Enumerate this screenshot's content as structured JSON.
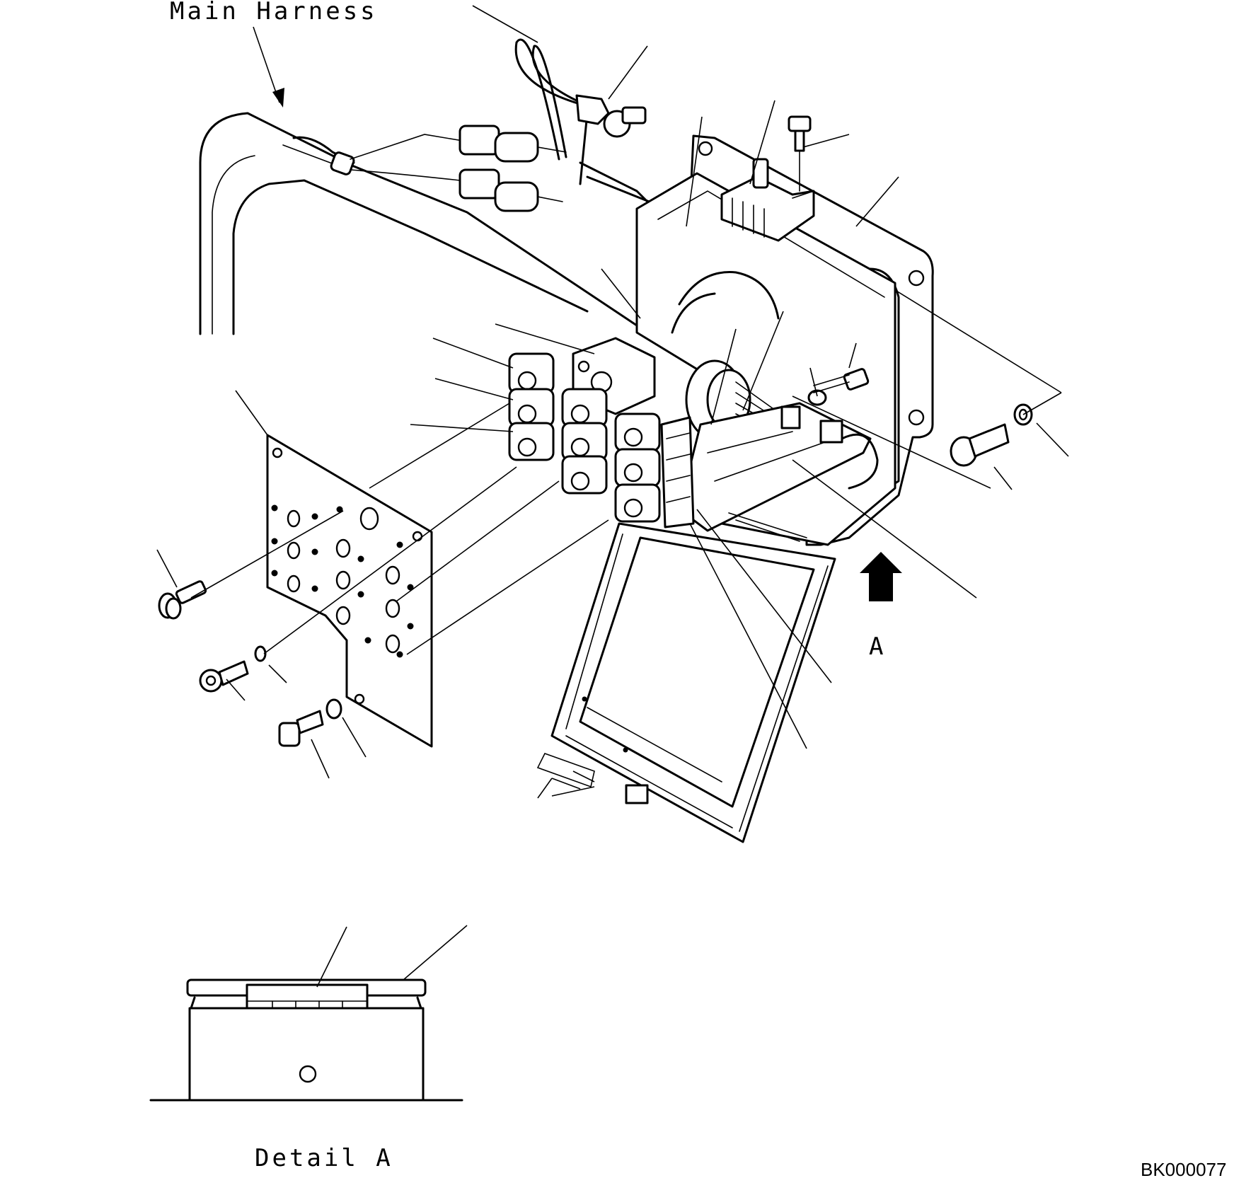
{
  "labels": {
    "main_harness": "Main Harness",
    "view_arrow": "A",
    "detail": "Detail A",
    "drawing_code": "BK000077"
  }
}
